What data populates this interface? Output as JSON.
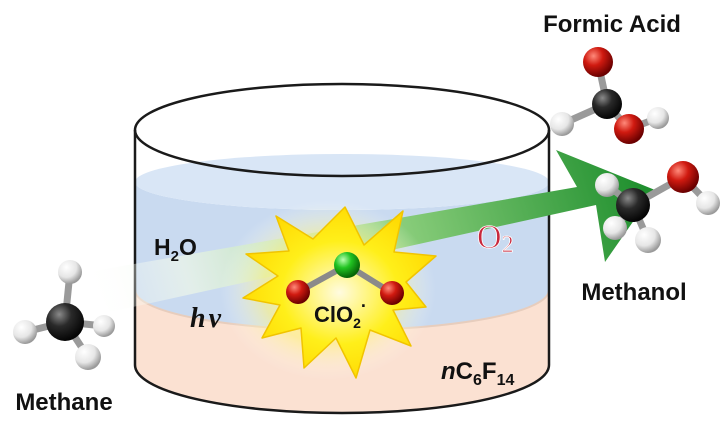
{
  "labels": {
    "formic_acid": "Formic Acid",
    "methanol": "Methanol",
    "methane": "Methane",
    "water_main": "H",
    "water_sub": "2",
    "water_tail": "O",
    "hv_h": "h",
    "hv_nu": "ν",
    "clo2_main": "ClO",
    "clo2_sub": "2",
    "clo2_sup": "·",
    "oxygen_main": "O",
    "oxygen_sub": "2",
    "fluoro_n": "n",
    "fluoro_c": "C",
    "fluoro_c_sub": "6",
    "fluoro_f": "F",
    "fluoro_f_sub": "14"
  },
  "colors": {
    "water_layer": "#c9daf0",
    "fluorocarbon_layer": "#fbe1d2",
    "arrow_green": "#2e9a3a",
    "burst_yellow": "#ffee00",
    "oxygen_red": "#c81010",
    "chlorine_green": "#22c422",
    "carbon_black": "#1a1a1a",
    "hydrogen_white": "#f4f4f4",
    "o2_text": "#c8283c"
  },
  "icons": {
    "arrow": "reaction-arrow-icon",
    "burst": "photo-burst-icon",
    "molecules": [
      "methane-molecule-icon",
      "chlorine-dioxide-molecule-icon",
      "methanol-molecule-icon",
      "formic-acid-molecule-icon"
    ]
  }
}
